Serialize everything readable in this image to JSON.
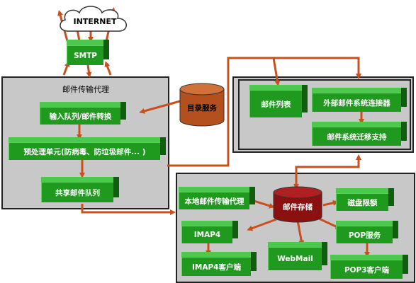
{
  "internet": "INTERNET",
  "smtp": "SMTP",
  "mta_panel": {
    "title": "邮件传输代理",
    "queue": "输入队列/邮件转换",
    "preprocess": "预处理单元(防病毒、防垃圾邮件... )",
    "shared_queue": "共享邮件队列"
  },
  "directory": "目录服务",
  "external_panel": {
    "mail_list": "邮件列表",
    "connector": "外部邮件系统连接器",
    "migration": "邮件系统迁移支持"
  },
  "store_panel": {
    "local_mta": "本地邮件传输代理",
    "store": "邮件存储",
    "quota": "磁盘限额",
    "imap4": "IMAP4",
    "imap4_client": "IMAP4客户端",
    "webmail": "WebMail",
    "pop": "POP服务",
    "pop3_client": "POP3客户端"
  },
  "colors": {
    "box_face": "#1f9a1f",
    "box_top": "#4cc94c",
    "box_side": "#0f5f0f",
    "arrow": "#c8501e",
    "panel": "#c8c8c8",
    "directory_cylinder": "#b4501e",
    "store_cylinder": "#8b1010"
  }
}
